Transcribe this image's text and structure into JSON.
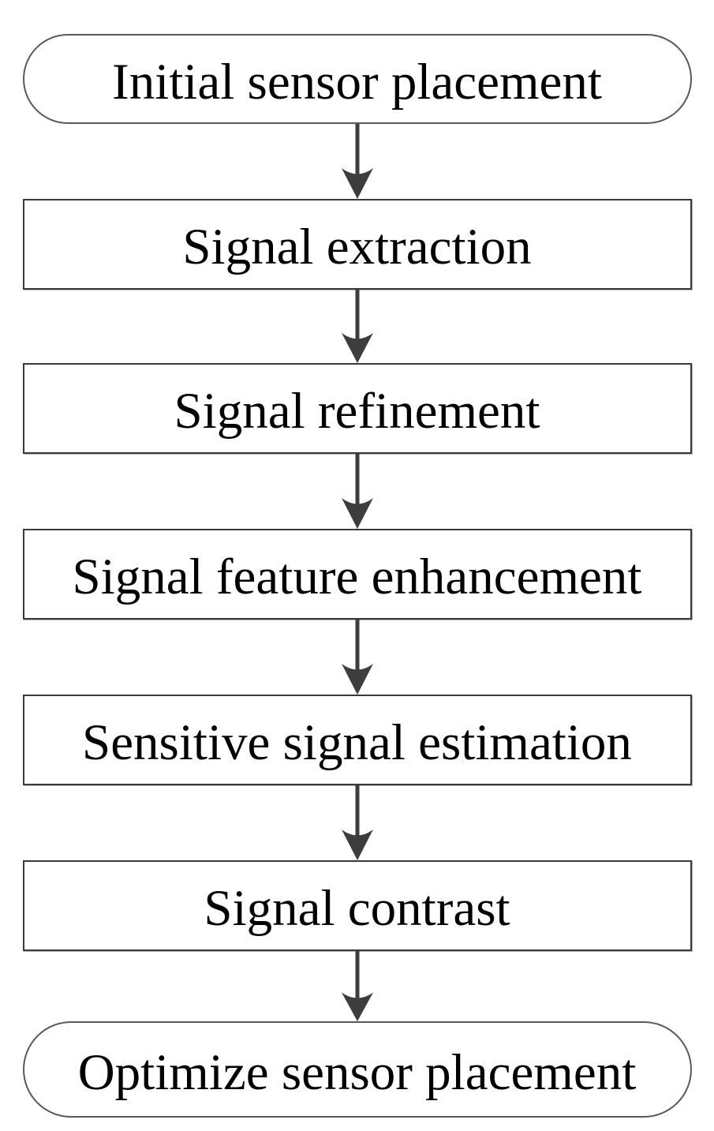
{
  "flowchart": {
    "nodes": [
      {
        "id": "start",
        "label": "Initial sensor placement",
        "shape": "stadium"
      },
      {
        "id": "step-1",
        "label": "Signal extraction",
        "shape": "rect"
      },
      {
        "id": "step-2",
        "label": "Signal refinement",
        "shape": "rect"
      },
      {
        "id": "step-3",
        "label": "Signal feature enhancement",
        "shape": "rect"
      },
      {
        "id": "step-4",
        "label": "Sensitive signal estimation",
        "shape": "rect"
      },
      {
        "id": "step-5",
        "label": "Signal contrast",
        "shape": "rect"
      },
      {
        "id": "end",
        "label": "Optimize sensor placement",
        "shape": "stadium"
      }
    ],
    "edges": [
      {
        "from": "start",
        "to": "step-1",
        "arrow": "down"
      },
      {
        "from": "step-1",
        "to": "step-2",
        "arrow": "down"
      },
      {
        "from": "step-2",
        "to": "step-3",
        "arrow": "down"
      },
      {
        "from": "step-3",
        "to": "step-4",
        "arrow": "down"
      },
      {
        "from": "step-4",
        "to": "step-5",
        "arrow": "down"
      },
      {
        "from": "step-5",
        "to": "end",
        "arrow": "down"
      }
    ],
    "colors": {
      "background": "#ffffff",
      "box_fill": "#ffffff",
      "rect_border": "#3a3a3a",
      "stadium_border": "#595959",
      "arrow": "#3d3d3d",
      "text": "#000000"
    }
  }
}
